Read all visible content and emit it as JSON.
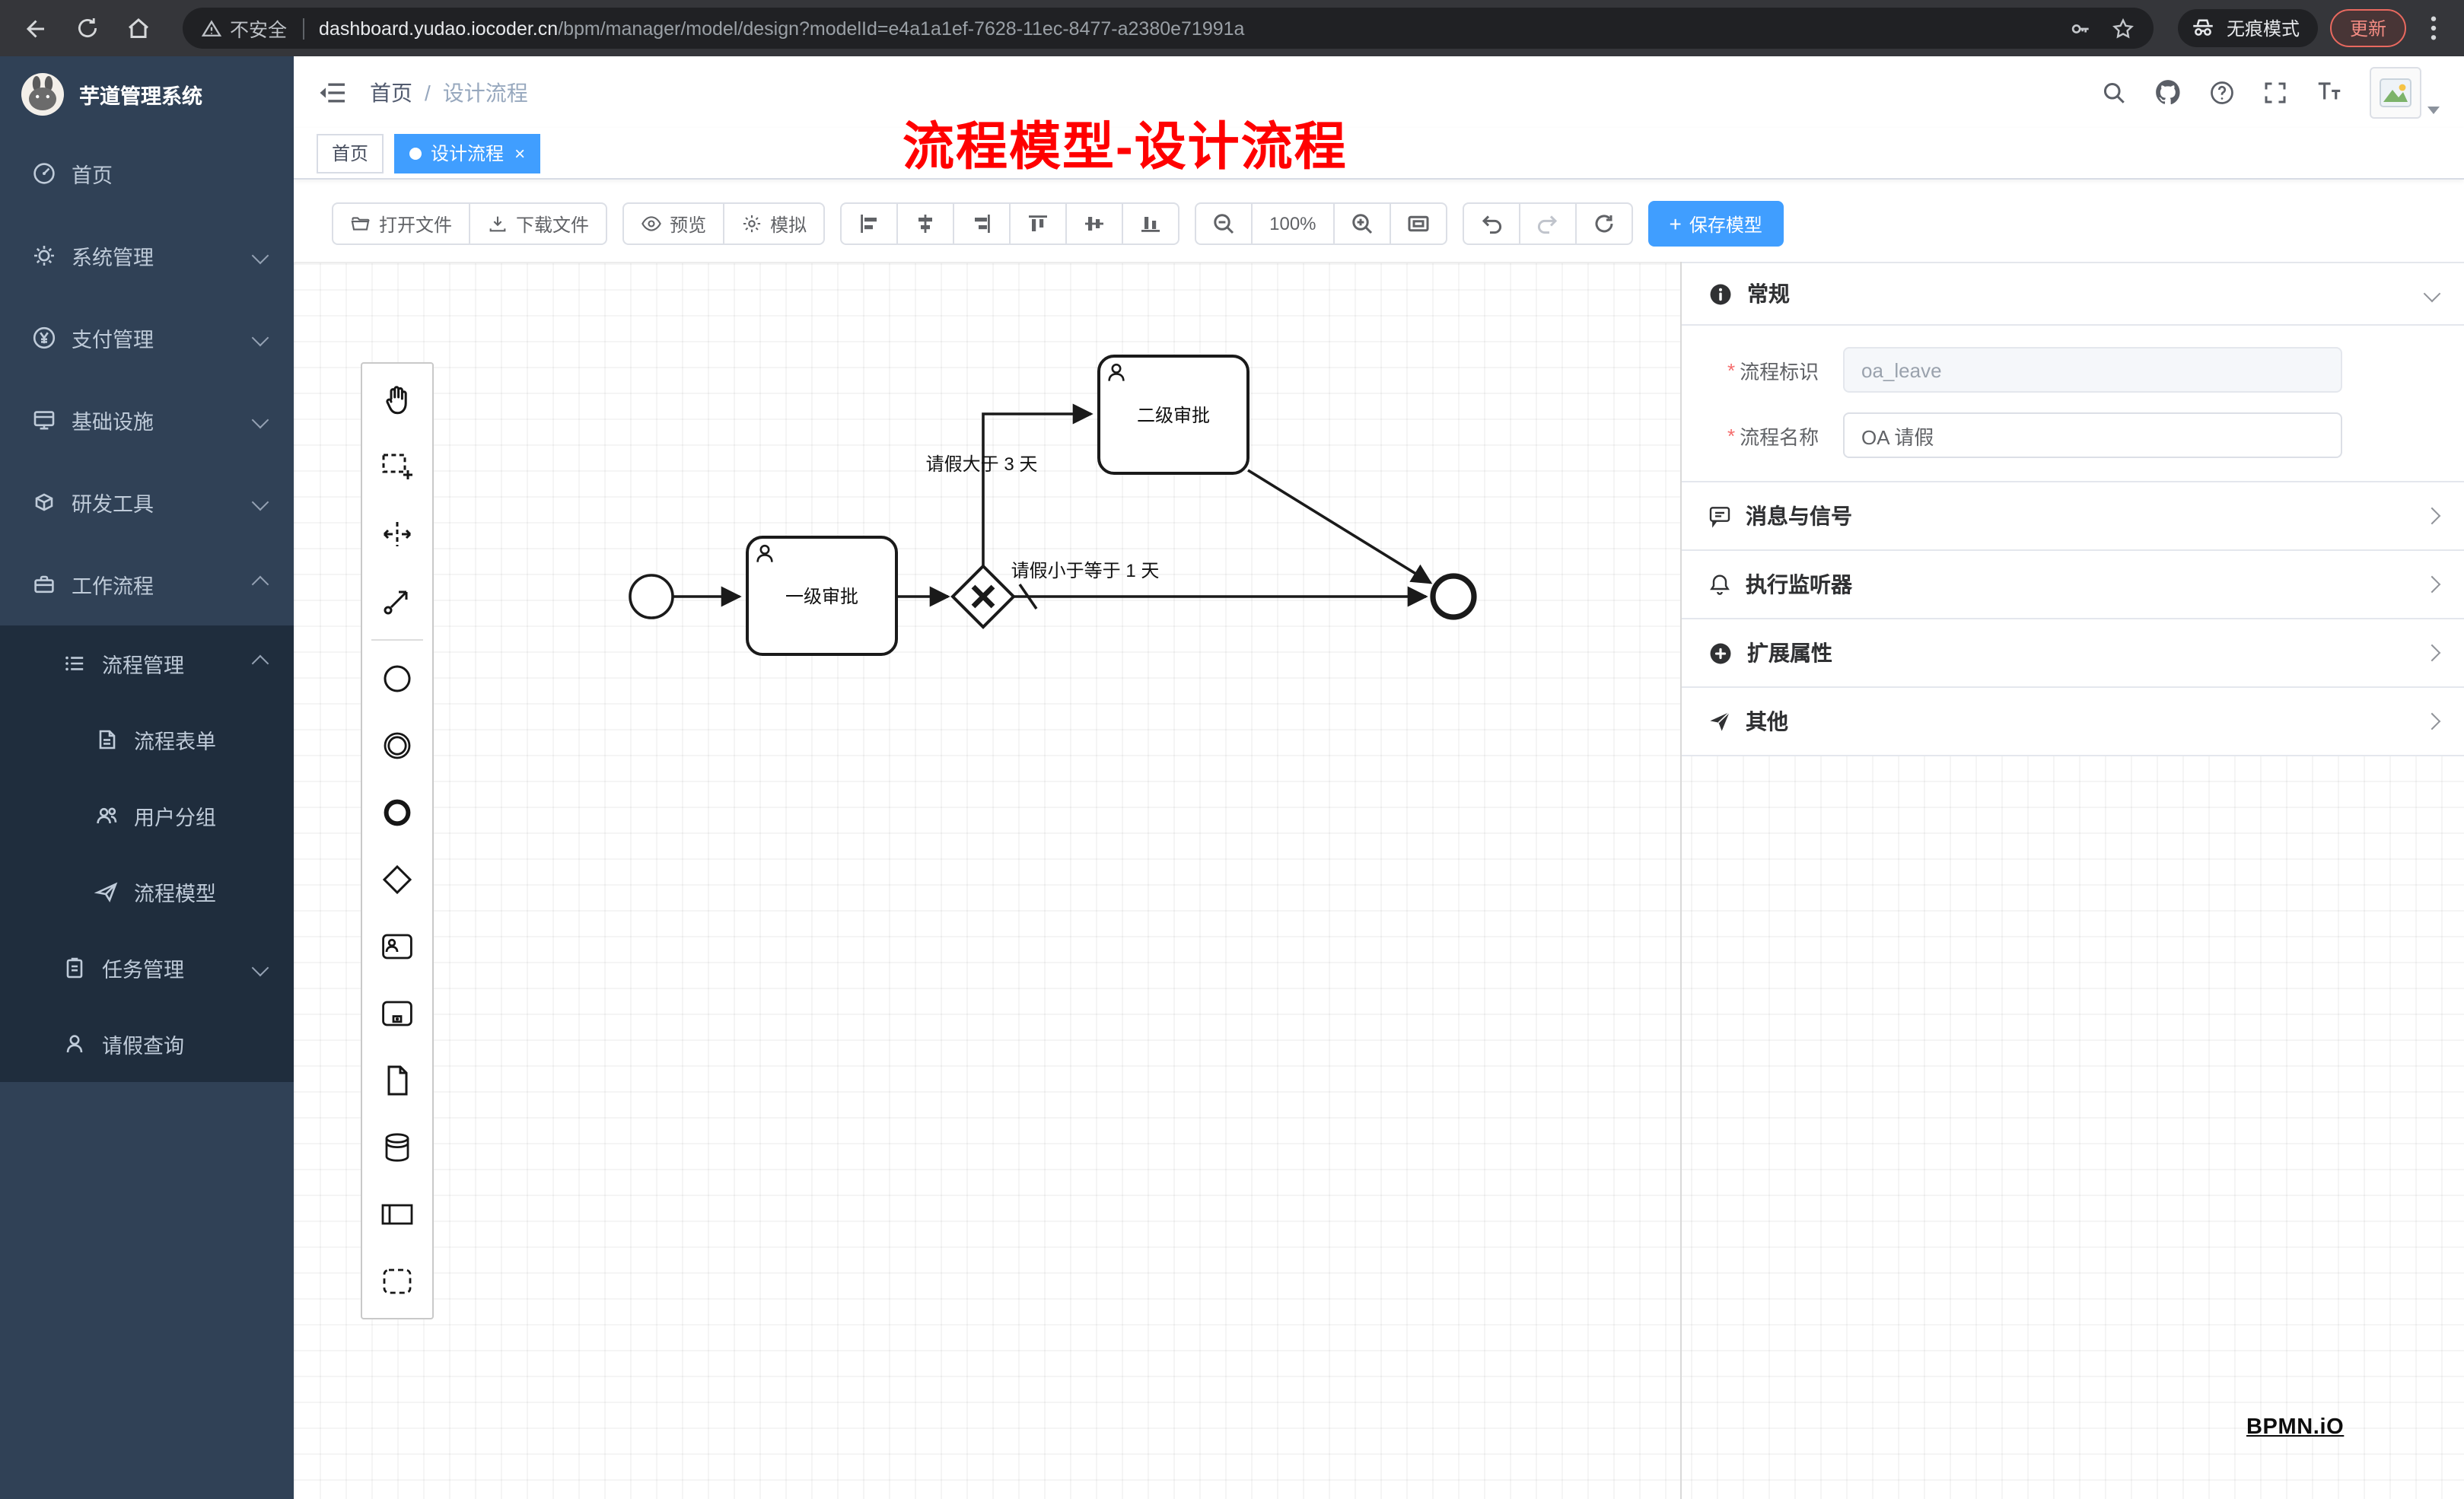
{
  "browser": {
    "security_text": "不安全",
    "url_host": "dashboard.yudao.iocoder.cn",
    "url_path": "/bpm/manager/model/design?modelId=e4a1a1ef-7628-11ec-8477-a2380e71991a",
    "incognito_label": "无痕模式",
    "update_label": "更新"
  },
  "sidebar": {
    "app_title": "芋道管理系统",
    "items": [
      {
        "label": "首页"
      },
      {
        "label": "系统管理"
      },
      {
        "label": "支付管理"
      },
      {
        "label": "基础设施"
      },
      {
        "label": "研发工具"
      },
      {
        "label": "工作流程"
      },
      {
        "label": "流程管理"
      },
      {
        "label": "流程表单"
      },
      {
        "label": "用户分组"
      },
      {
        "label": "流程模型"
      },
      {
        "label": "任务管理"
      },
      {
        "label": "请假查询"
      }
    ]
  },
  "header": {
    "breadcrumb_home": "首页",
    "breadcrumb_sep": "/",
    "breadcrumb_current": "设计流程"
  },
  "annotation": {
    "text": "流程模型-设计流程",
    "color": "#ff0000"
  },
  "tabs": {
    "home": "首页",
    "active": "设计流程",
    "close": "×"
  },
  "toolbar": {
    "open": "打开文件",
    "download": "下载文件",
    "preview": "预览",
    "simulate": "模拟",
    "zoom_level": "100%",
    "save_plus": "+",
    "save": "保存模型"
  },
  "diagram": {
    "task1": "一级审批",
    "task2": "二级审批",
    "cond_top": "请假大于 3 天",
    "cond_bottom": "请假小于等于 1 天"
  },
  "panel": {
    "required_mark": "*",
    "general_title": "常规",
    "field_key_label": "流程标识",
    "field_key_value": "oa_leave",
    "field_name_label": "流程名称",
    "field_name_value": "OA 请假",
    "sections": [
      {
        "label": "消息与信号"
      },
      {
        "label": "执行监听器"
      },
      {
        "label": "扩展属性"
      },
      {
        "label": "其他"
      }
    ]
  },
  "footer": {
    "bpmn_logo": "BPMN.iO"
  },
  "colors": {
    "accent": "#409eff",
    "sidebar_bg": "#304156",
    "submenu_bg": "#1f2d3d",
    "annotation_red": "#ff0000"
  }
}
